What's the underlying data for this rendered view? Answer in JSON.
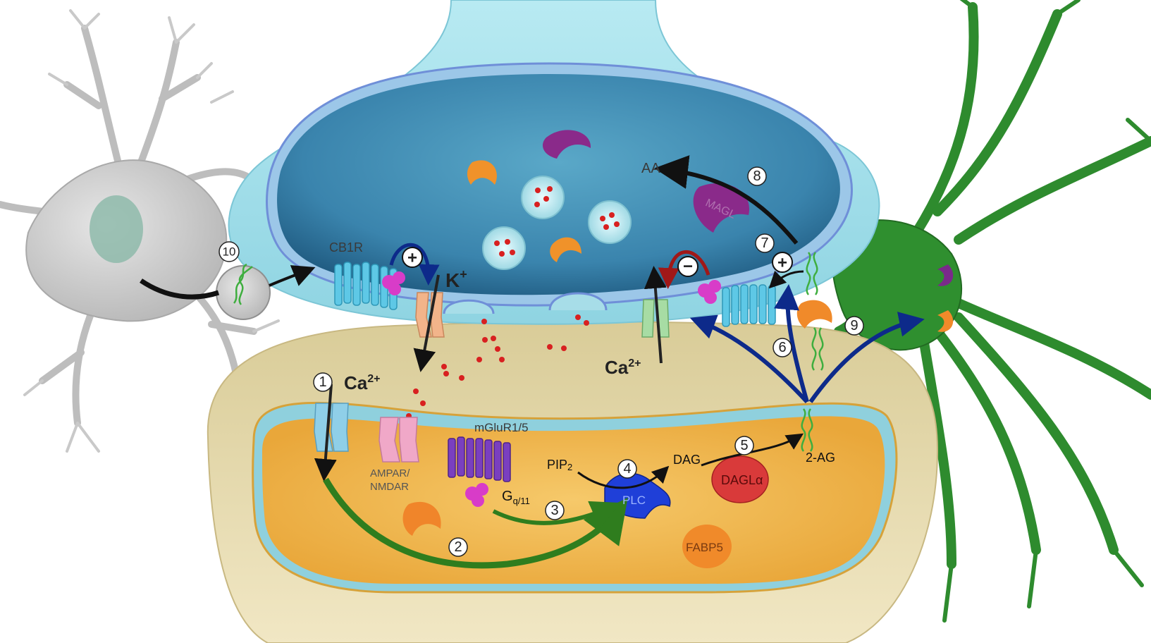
{
  "labels": {
    "cb1r": "CB1R",
    "k": "K",
    "k_sup": "+",
    "ca_left": "Ca",
    "ca_left_sup": "2+",
    "ca_center": "Ca",
    "ca_center_sup": "2+",
    "aa": "AA",
    "magl": "MAGL",
    "mglur": "mGluR1/5",
    "ampar_1": "AMPAR/",
    "ampar_2": "NMDAR",
    "pip2": "PIP",
    "pip2_sub": "2",
    "plc": "PLC",
    "dag": "DAG",
    "dagl": "DAGLα",
    "two_ag": "2-AG",
    "fabp5": "FABP5",
    "gq": "G",
    "gq_sub": "q/11"
  },
  "step_numbers": [
    "1",
    "2",
    "3",
    "4",
    "5",
    "6",
    "7",
    "8",
    "9",
    "10"
  ],
  "signs": {
    "plus_a": "+",
    "plus_b": "+",
    "minus": "−"
  },
  "colors": {
    "presynaptic_outer": "#a6e0ea",
    "presynaptic_inner": "#3f8fb4",
    "postsynaptic_outer": "#e8dcae",
    "postsynaptic_inner": "#f2b547",
    "astrocyte": "#cfcfcf",
    "green_neuron": "#2e8b2e",
    "arrow_green": "#2f7d1e",
    "arrow_blue": "#0d2a8a",
    "arrow_red": "#a01818",
    "cb1r": "#5ec8e6",
    "mglur": "#7a3fc0",
    "plc": "#1f3fd8",
    "dagl": "#d93a3a",
    "fabp5": "#f08a2a",
    "magl": "#8a2a8a"
  }
}
